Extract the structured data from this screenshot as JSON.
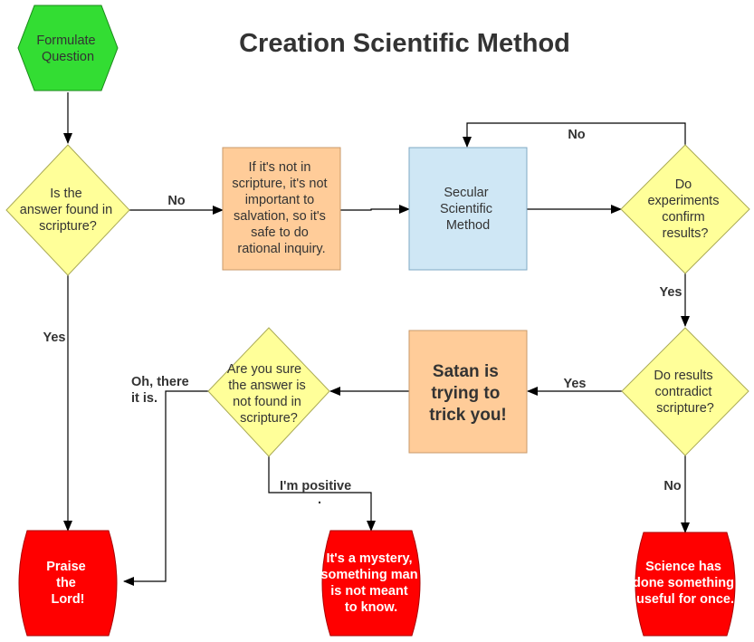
{
  "title": "Creation Scientific Method",
  "colors": {
    "start": "#33dd33",
    "decision": "#ffff99",
    "process_orange": "#ffcc99",
    "process_blue": "#cfe7f5",
    "terminal_red": "#ff0000"
  },
  "nodes": {
    "start": {
      "lines": [
        "Formulate",
        "Question"
      ]
    },
    "found_in_scripture": {
      "lines": [
        "Is the",
        "answer found in",
        "scripture?"
      ]
    },
    "not_in_scripture": {
      "lines": [
        "If it's not in",
        "scripture, it's not",
        "important to",
        "salvation, so it's",
        "safe to do",
        "rational inquiry."
      ]
    },
    "secular_method": {
      "lines": [
        "Secular",
        "Scientific",
        "Method"
      ]
    },
    "experiments_confirm": {
      "lines": [
        "Do",
        "experiments",
        "confirm",
        "results?"
      ]
    },
    "contradict_scripture": {
      "lines": [
        "Do results",
        "contradict",
        "scripture?"
      ]
    },
    "satan": {
      "lines": [
        "Satan is",
        "trying to",
        "trick you!"
      ]
    },
    "are_you_sure": {
      "lines": [
        "Are you sure",
        "the answer is",
        "not found in",
        "scripture?"
      ]
    },
    "praise": {
      "lines": [
        "Praise",
        "the",
        "Lord!"
      ]
    },
    "mystery": {
      "lines": [
        "It's a mystery,",
        "something man",
        "is not meant",
        "to know."
      ]
    },
    "science": {
      "lines": [
        "Science has",
        "done something",
        "useful for once."
      ]
    }
  },
  "edges": {
    "no_to_inquiry": "No",
    "no_loop": "No",
    "yes_contradict": "Yes",
    "yes_satan": "Yes",
    "yes_praise": "Yes",
    "no_science": "No",
    "oh_there_line1": "Oh, there",
    "oh_there_line2": "it is.",
    "positive": "I'm positive",
    "positive_dot": "."
  }
}
